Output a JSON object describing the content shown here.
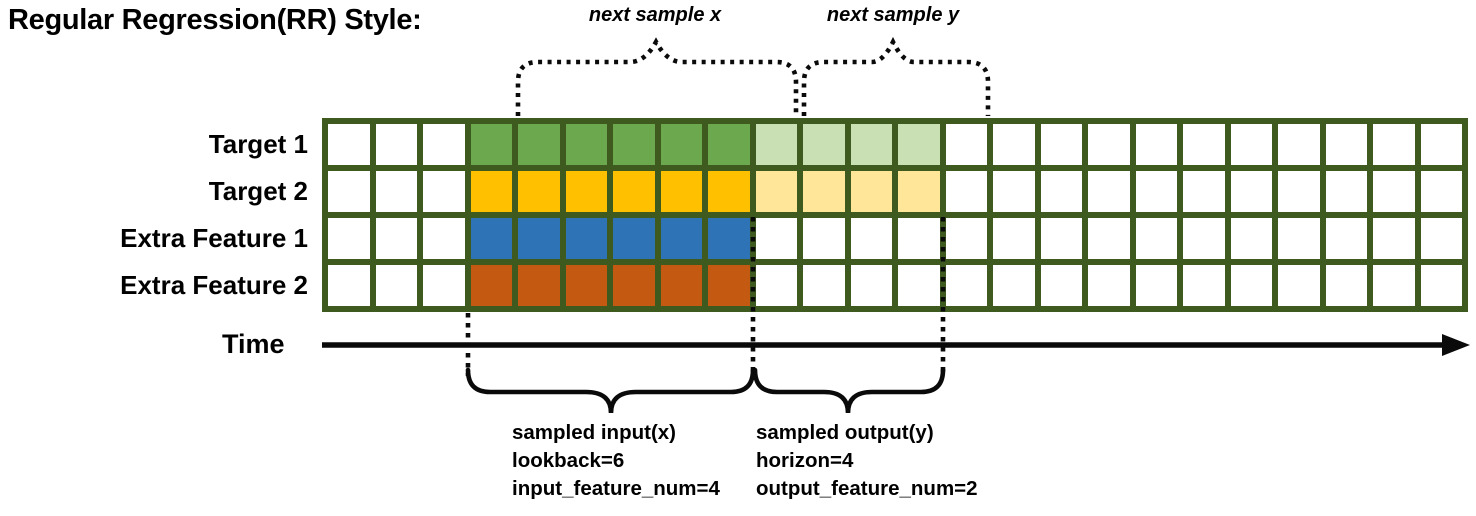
{
  "title": "Regular Regression(RR) Style:",
  "top_labels": {
    "next_sample_x": "next sample x",
    "next_sample_y": "next sample y"
  },
  "time_label": "Time",
  "grid": {
    "columns": 24,
    "input_start_col": 3,
    "input_cols": 6,
    "output_start_col": 9,
    "output_cols": 4,
    "border_color": "#3e5a1e",
    "empty_color": "#ffffff",
    "rows": [
      {
        "label": "Target 1",
        "input_color": "#6ca94e",
        "output_color": "#c8e0b4"
      },
      {
        "label": "Target 2",
        "input_color": "#ffc000",
        "output_color": "#ffe699"
      },
      {
        "label": "Extra Feature 1",
        "input_color": "#2e73b5",
        "output_color": null
      },
      {
        "label": "Extra Feature 2",
        "input_color": "#c45911",
        "output_color": null
      }
    ]
  },
  "annotations": {
    "sampled_input": [
      "sampled input(x)",
      "lookback=6",
      "input_feature_num=4"
    ],
    "sampled_output": [
      "sampled output(y)",
      "horizon=4",
      "output_feature_num=2"
    ]
  },
  "colors": {
    "line": "#0a0a0a",
    "background": "#ffffff"
  }
}
